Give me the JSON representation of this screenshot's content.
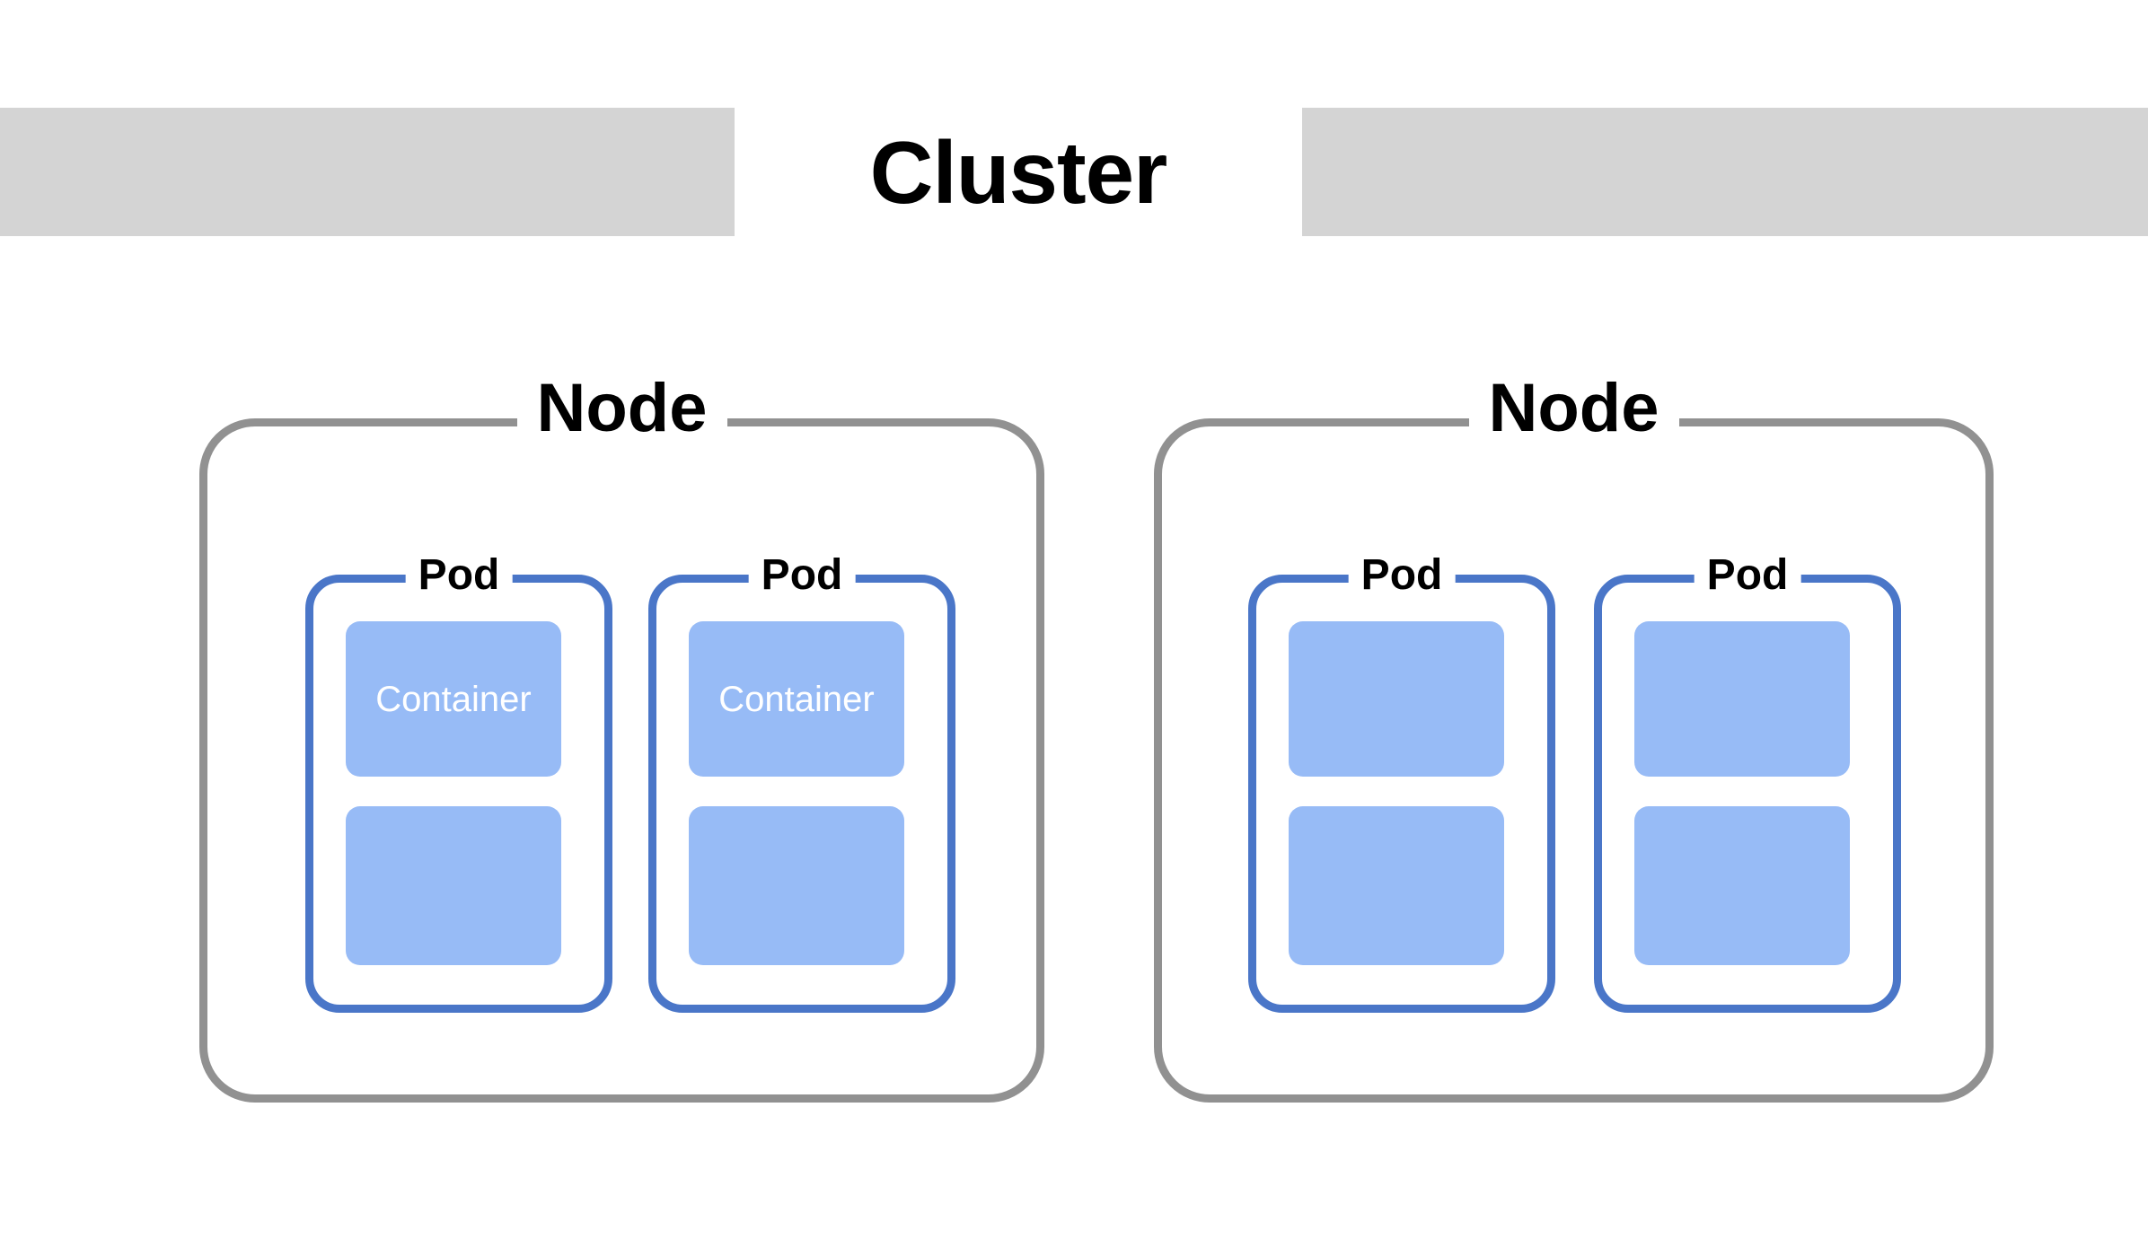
{
  "cluster": {
    "title": "Cluster",
    "band_color": "#d4d4d4"
  },
  "colors": {
    "node_border": "#919191",
    "pod_border": "#4a76c8",
    "container_fill": "#97bbf6",
    "container_text": "#ffffff",
    "label_text": "#000000",
    "background": "#ffffff"
  },
  "nodes": [
    {
      "label": "Node",
      "pods": [
        {
          "label": "Pod",
          "containers": [
            {
              "label": "Container"
            },
            {
              "label": ""
            }
          ]
        },
        {
          "label": "Pod",
          "containers": [
            {
              "label": "Container"
            },
            {
              "label": ""
            }
          ]
        }
      ]
    },
    {
      "label": "Node",
      "pods": [
        {
          "label": "Pod",
          "containers": [
            {
              "label": ""
            },
            {
              "label": ""
            }
          ]
        },
        {
          "label": "Pod",
          "containers": [
            {
              "label": ""
            },
            {
              "label": ""
            }
          ]
        }
      ]
    }
  ]
}
